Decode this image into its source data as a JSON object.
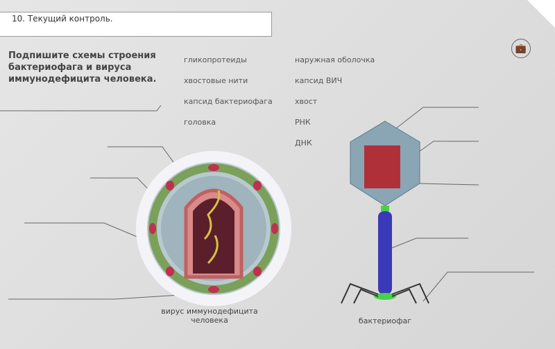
{
  "header": {
    "title": "10. Текущий контроль."
  },
  "task": {
    "lines": [
      "Подпишите схемы строения",
      "бактериофага и вируса",
      "иммунодефицита человека."
    ]
  },
  "terms": [
    "гликопротеиды",
    "хвостовые нити",
    "капсид бактериофага",
    "головка",
    "наружная оболочка",
    "капсид ВИЧ",
    "хвост",
    "РНК",
    "ДНК"
  ],
  "captions": {
    "hiv_line1": "вирус иммунодефицита",
    "hiv_line2": "человека",
    "phage": "бактериофаг"
  },
  "toolbar": {
    "icon": "briefcase-icon"
  }
}
